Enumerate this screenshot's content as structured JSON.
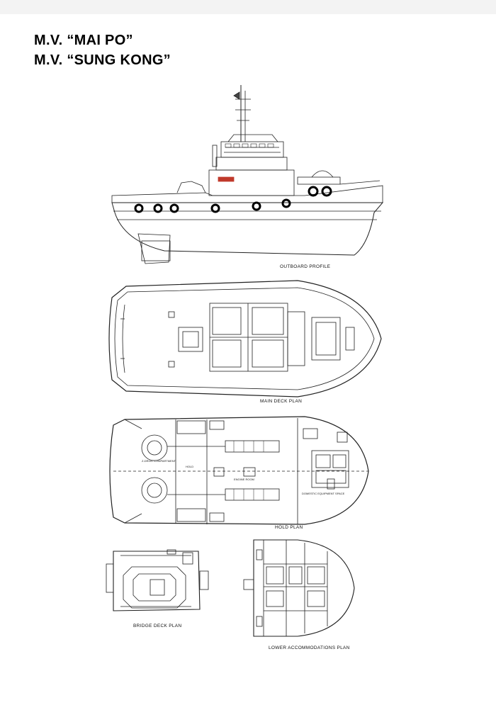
{
  "titles": {
    "line1": "M.V.  “MAI PO”",
    "line2": "M.V. “SUNG KONG”"
  },
  "drawings": {
    "outboard_profile": "OUTBOARD PROFILE",
    "main_deck_plan": "MAIN DECK PLAN",
    "hold_plan": "HOLD PLAN",
    "bridge_deck_plan": "BRIDGE DECK PLAN",
    "lower_accommodations_plan": "LOWER ACCOMMODATIONS PLAN"
  },
  "hold_labels": {
    "z_drive": "Z-DRIVE COMPARTMENT",
    "hold": "HOLD",
    "engine_room": "ENGINE ROOM",
    "domestic": "DOMESTIC EQUIPMENT SPACE"
  },
  "colors": {
    "line": "#222222",
    "accent_red": "#c0392b"
  }
}
